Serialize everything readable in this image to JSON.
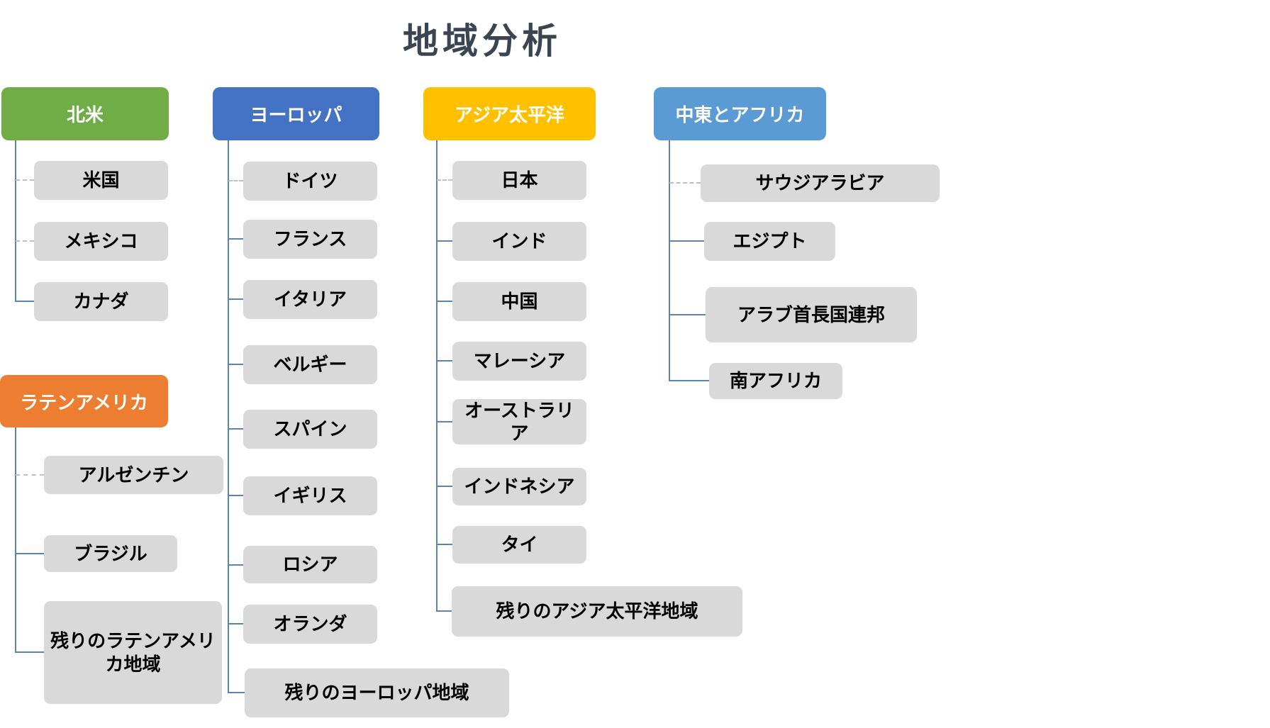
{
  "title": "地域分析",
  "colors": {
    "title_text": "#3B4552",
    "node_bg": "#D9D9D9",
    "node_text": "#000000",
    "connector_solid": "#5B84B1",
    "connector_dashed": "#BFBFBF",
    "north_america": "#70AD47",
    "europe": "#4472C4",
    "asia_pacific": "#FFC000",
    "middle_east_africa": "#5B9BD5",
    "latin_america": "#ED7D31"
  },
  "groups": [
    {
      "label": "北米",
      "color": "#70AD47",
      "children": [
        {
          "label": "米国",
          "connector": "dashed"
        },
        {
          "label": "メキシコ",
          "connector": "dashed"
        },
        {
          "label": "カナダ",
          "connector": "solid"
        }
      ]
    },
    {
      "label": "ヨーロッパ",
      "color": "#4472C4",
      "children": [
        {
          "label": "ドイツ",
          "connector": "dashed"
        },
        {
          "label": "フランス",
          "connector": "solid"
        },
        {
          "label": "イタリア",
          "connector": "solid"
        },
        {
          "label": "ベルギー",
          "connector": "solid"
        },
        {
          "label": "スパイン",
          "connector": "solid"
        },
        {
          "label": "イギリス",
          "connector": "solid"
        },
        {
          "label": "ロシア",
          "connector": "solid"
        },
        {
          "label": "オランダ",
          "connector": "solid"
        },
        {
          "label": "残りのヨーロッパ地域",
          "connector": "solid"
        }
      ]
    },
    {
      "label": "アジア太平洋",
      "color": "#FFC000",
      "children": [
        {
          "label": "日本",
          "connector": "dashed"
        },
        {
          "label": "インド",
          "connector": "solid"
        },
        {
          "label": "中国",
          "connector": "solid"
        },
        {
          "label": "マレーシア",
          "connector": "solid"
        },
        {
          "label": "オーストラリア",
          "connector": "solid"
        },
        {
          "label": "インドネシア",
          "connector": "solid"
        },
        {
          "label": "タイ",
          "connector": "solid"
        },
        {
          "label": "残りのアジア太平洋地域",
          "connector": "solid"
        }
      ]
    },
    {
      "label": "中東とアフリカ",
      "color": "#5B9BD5",
      "children": [
        {
          "label": "サウジアラビア",
          "connector": "dashed"
        },
        {
          "label": "エジプト",
          "connector": "solid"
        },
        {
          "label": "アラブ首長国連邦",
          "connector": "solid"
        },
        {
          "label": "南アフリカ",
          "connector": "solid"
        }
      ]
    },
    {
      "label": "ラテンアメリカ",
      "color": "#ED7D31",
      "children": [
        {
          "label": "アルゼンチン",
          "connector": "dashed"
        },
        {
          "label": "ブラジル",
          "connector": "solid"
        },
        {
          "label": "残りのラテンアメリカ地域",
          "connector": "solid"
        }
      ]
    }
  ]
}
